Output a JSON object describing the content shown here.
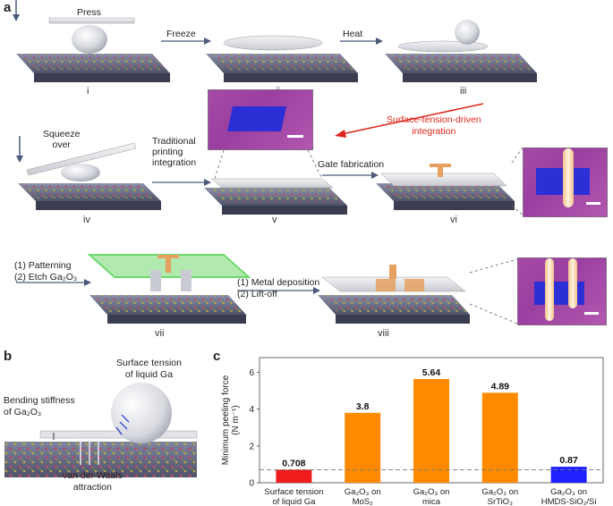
{
  "panels": {
    "a": "a",
    "b": "b",
    "c": "c"
  },
  "panel_a": {
    "press_label": "Press",
    "freeze_label": "Freeze",
    "heat_label": "Heat",
    "squeeze_label": "Squeeze\nover",
    "traditional_label": "Traditional\nprinting\nintegration",
    "surface_tension_label": "Surface-tension-driven\nintegration",
    "gate_fab_label": "Gate fabrication",
    "patterning_label": "(1) Patterning",
    "etch_label": "(2) Etch Ga₂O₃",
    "metal_dep_label": "(1) Metal deposition",
    "liftoff_label": "(2) Lift-off",
    "steps": [
      "i",
      "ii",
      "iii",
      "iv",
      "v",
      "vi",
      "vii",
      "viii"
    ]
  },
  "panel_b": {
    "surface_tension": "Surface tension\nof liquid Ga",
    "bending": "Bending stiffness\nof Ga₂O₃",
    "vdw": "van der Waals\nattraction"
  },
  "chart_data": {
    "type": "bar",
    "ylabel": "Minimum peeling force (N m⁻¹)",
    "ylim": [
      0,
      6.8
    ],
    "yticks": [
      0,
      2,
      4,
      6
    ],
    "categories": [
      "Surface tension of liquid Ga",
      "Ga₂O₃ on MoS₂",
      "Ga₂O₃ on mica",
      "Ga₂O₃ on SrTiO₃",
      "Ga₂O₃ on HMDS-SiO₂/Si"
    ],
    "category_lines": [
      [
        "Surface tension",
        "of liquid Ga"
      ],
      [
        "Ga₂O₃ on",
        "MoS₂"
      ],
      [
        "Ga₂O₃ on",
        "mica"
      ],
      [
        "Ga₂O₃ on",
        "SrTiO₃"
      ],
      [
        "Ga₂O₃ on",
        "HMDS-SiO₂/Si"
      ]
    ],
    "values": [
      0.708,
      3.8,
      5.64,
      4.89,
      0.87
    ],
    "value_labels": [
      "0.708",
      "3.8",
      "5.64",
      "4.89",
      "0.87"
    ],
    "colors": [
      "#ee1c1c",
      "#ff8a00",
      "#ff8a00",
      "#ff8a00",
      "#1f1fff"
    ],
    "reference_line": 0.708
  }
}
